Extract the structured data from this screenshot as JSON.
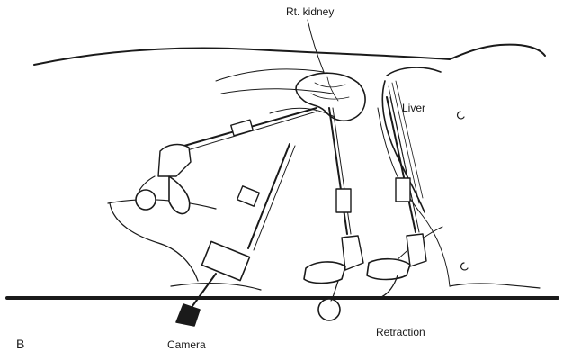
{
  "labels": {
    "kidney": "Rt. kidney",
    "liver": "Liver",
    "camera": "Camera",
    "retraction": "Retraction",
    "panel": "B"
  },
  "colors": {
    "ink": "#1a1a1a",
    "background": "#ffffff"
  }
}
